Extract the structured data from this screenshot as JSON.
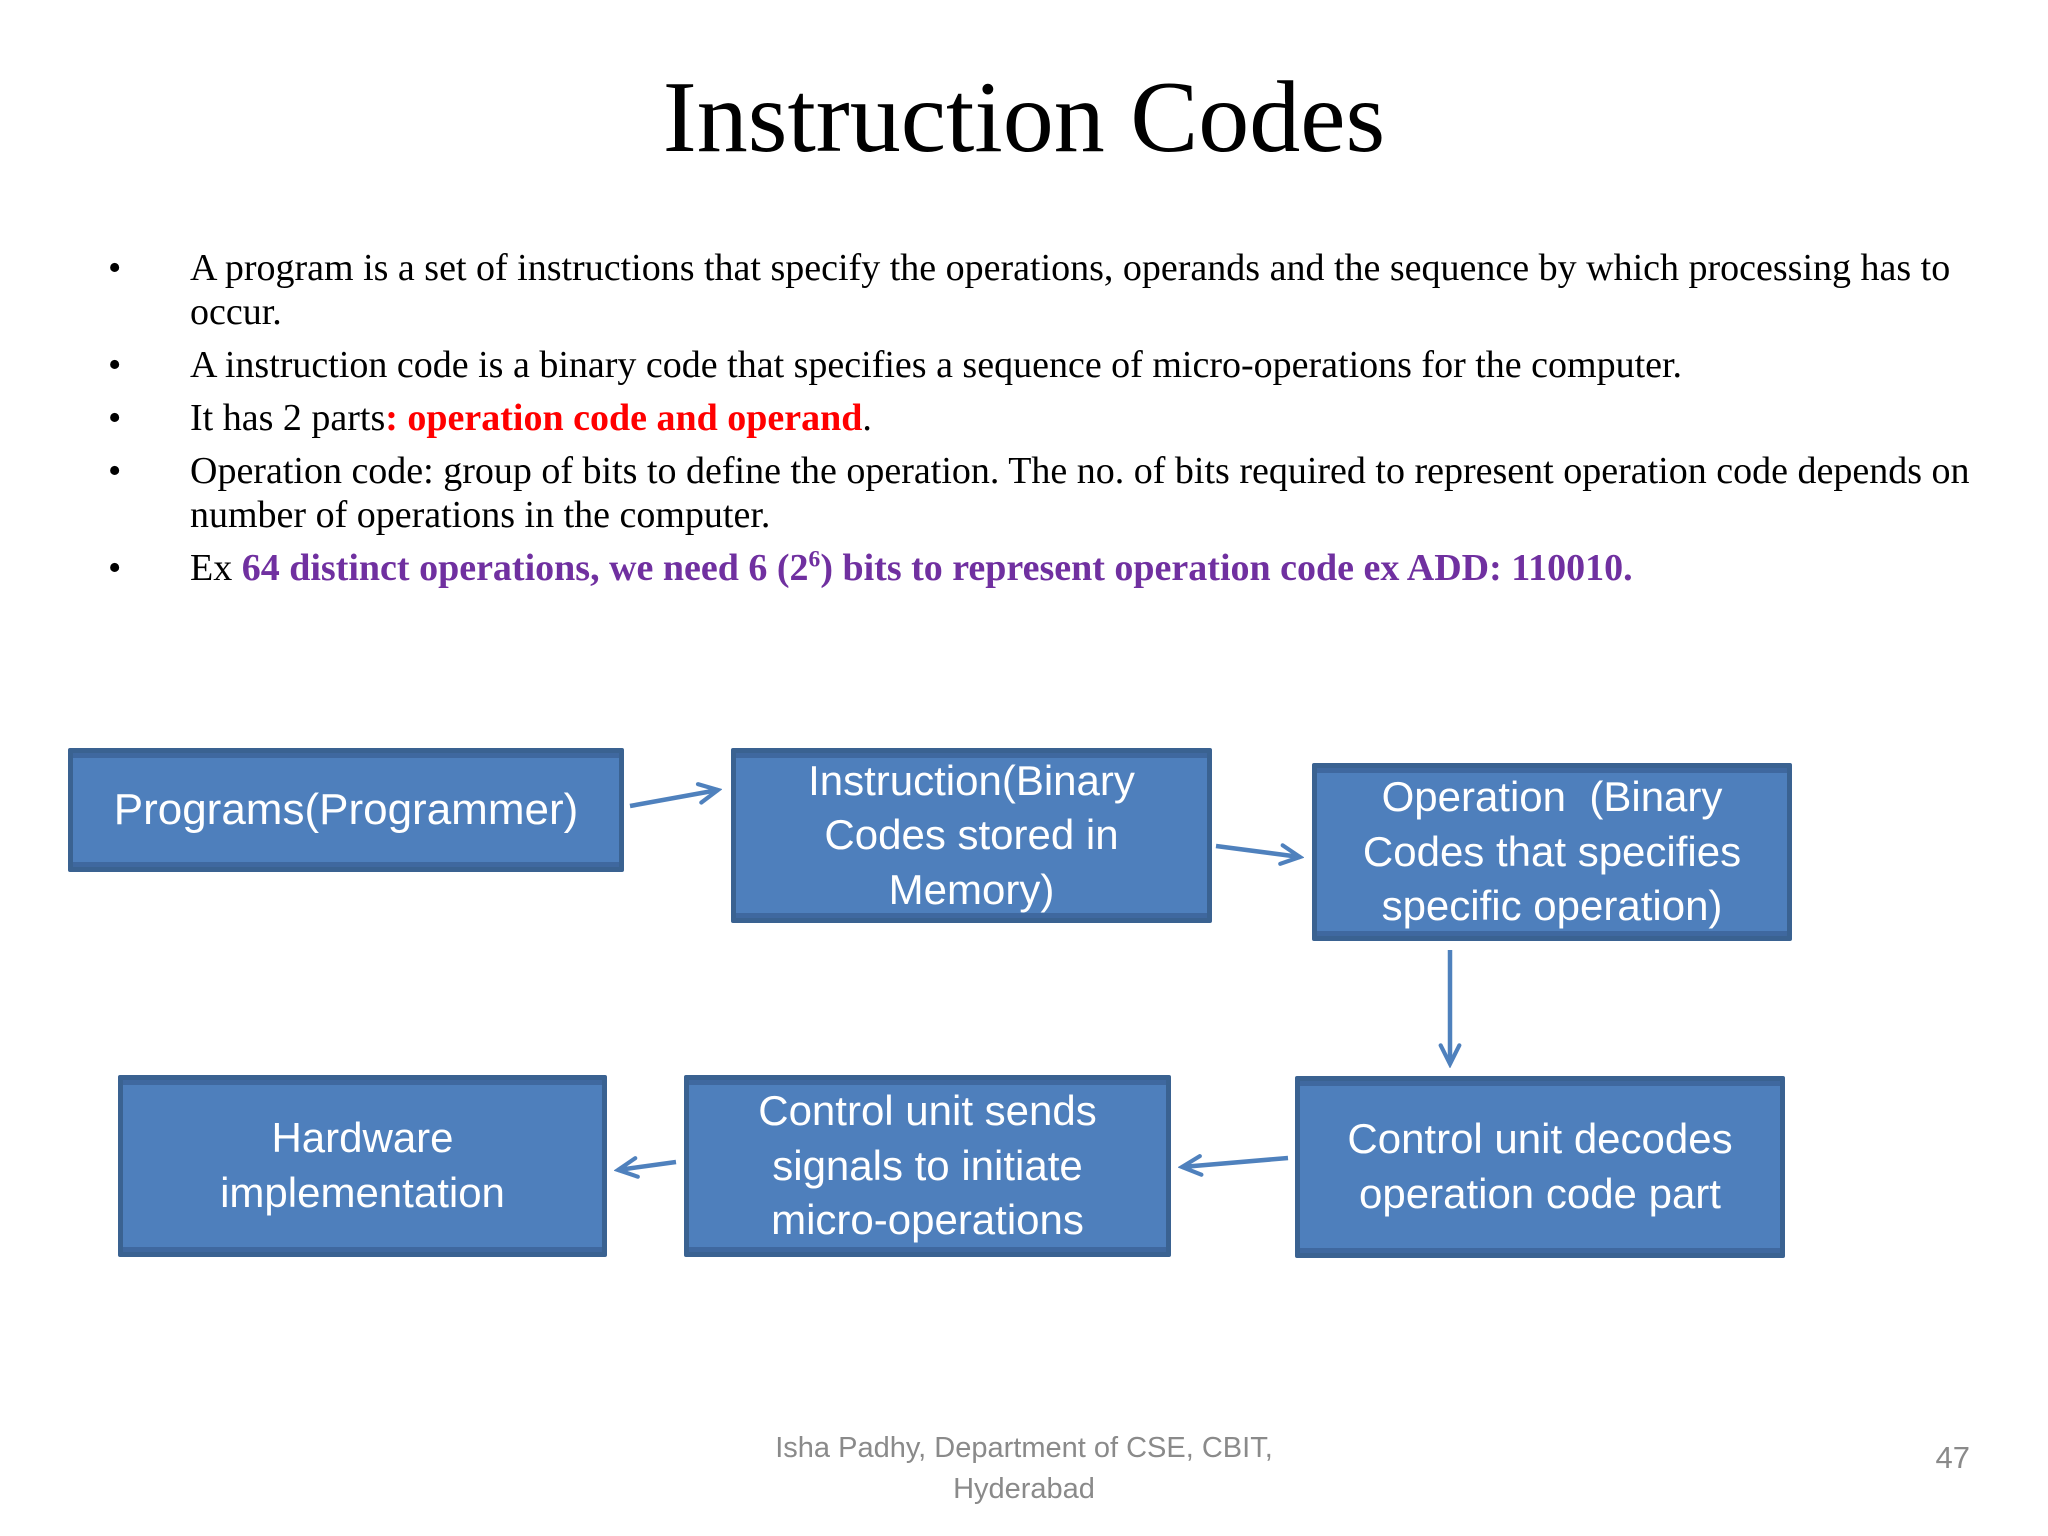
{
  "slide": {
    "title": "Instruction Codes",
    "footer": "Isha Padhy, Department of CSE, CBIT,\nHyderabad",
    "page_number": "47"
  },
  "bullets": [
    {
      "segments": [
        {
          "text": "A program is a set of instructions that specify the operations, operands and the sequence by which processing has to occur.",
          "style": "normal"
        }
      ]
    },
    {
      "segments": [
        {
          "text": "A instruction code is a binary code that specifies a sequence of micro-operations for the computer.",
          "style": "normal"
        }
      ]
    },
    {
      "segments": [
        {
          "text": "It has 2 parts",
          "style": "normal"
        },
        {
          "text": ": operation code and operand",
          "style": "red"
        },
        {
          "text": ".",
          "style": "normal"
        }
      ]
    },
    {
      "segments": [
        {
          "text": "Operation code: group of bits to define the operation. The no. of bits required to represent operation code depends on number of operations in the computer.",
          "style": "normal"
        }
      ]
    },
    {
      "segments": [
        {
          "text": "Ex ",
          "style": "normal"
        },
        {
          "text": "64 distinct operations, we need 6 (2",
          "style": "purple"
        },
        {
          "text": "6",
          "style": "purple-sup"
        },
        {
          "text": ") bits to represent operation code ex ADD: 110010.",
          "style": "purple"
        }
      ]
    }
  ],
  "diagram": {
    "boxes": [
      {
        "id": "programs",
        "label": "Programs(Programmer)"
      },
      {
        "id": "instruction",
        "label": "Instruction(Binary\nCodes stored in\nMemory)"
      },
      {
        "id": "operation",
        "label": "Operation  (Binary\nCodes that specifies\nspecific operation)"
      },
      {
        "id": "hardware",
        "label": "Hardware\nimplementation"
      },
      {
        "id": "control-signals",
        "label": "Control unit sends\nsignals to initiate\nmicro-operations"
      },
      {
        "id": "control-decodes",
        "label": "Control unit decodes\noperation code part"
      }
    ],
    "arrows": [
      {
        "from": "programs",
        "to": "instruction"
      },
      {
        "from": "instruction",
        "to": "operation"
      },
      {
        "from": "operation",
        "to": "control-decodes"
      },
      {
        "from": "control-decodes",
        "to": "control-signals"
      },
      {
        "from": "control-signals",
        "to": "hardware"
      }
    ]
  },
  "colors": {
    "box_fill": "#4E7FBC",
    "box_border": "#3A6291",
    "arrow": "#4F81BD",
    "red_text": "#FF0000",
    "purple_text": "#7030A0",
    "footer_gray": "#8A8A8A"
  }
}
